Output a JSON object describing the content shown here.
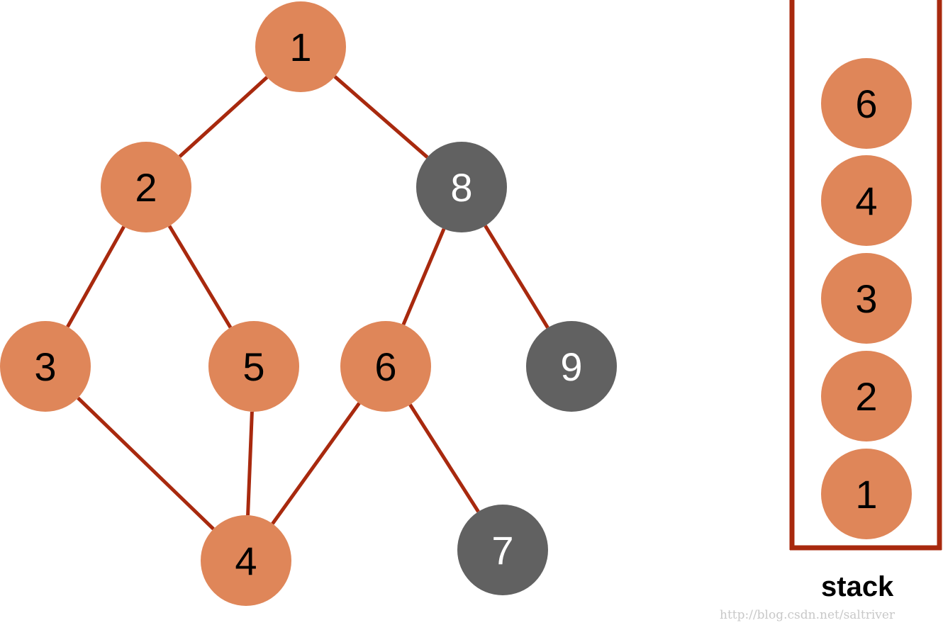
{
  "colors": {
    "visited": "#DF8659",
    "unvisited": "#616161",
    "edge": "#A8290E"
  },
  "graph": {
    "nodes": [
      {
        "id": "1",
        "state": "visited"
      },
      {
        "id": "2",
        "state": "visited"
      },
      {
        "id": "8",
        "state": "unvisited"
      },
      {
        "id": "3",
        "state": "visited"
      },
      {
        "id": "5",
        "state": "visited"
      },
      {
        "id": "6",
        "state": "visited"
      },
      {
        "id": "9",
        "state": "unvisited"
      },
      {
        "id": "4",
        "state": "visited"
      },
      {
        "id": "7",
        "state": "unvisited"
      }
    ],
    "edges": [
      [
        "1",
        "2"
      ],
      [
        "1",
        "8"
      ],
      [
        "2",
        "3"
      ],
      [
        "2",
        "5"
      ],
      [
        "8",
        "6"
      ],
      [
        "8",
        "9"
      ],
      [
        "3",
        "4"
      ],
      [
        "5",
        "4"
      ],
      [
        "6",
        "4"
      ],
      [
        "6",
        "7"
      ]
    ]
  },
  "stack": {
    "label": "stack",
    "items_top_to_bottom": [
      "6",
      "4",
      "3",
      "2",
      "1"
    ]
  },
  "watermark": "http://blog.csdn.net/saltriver"
}
